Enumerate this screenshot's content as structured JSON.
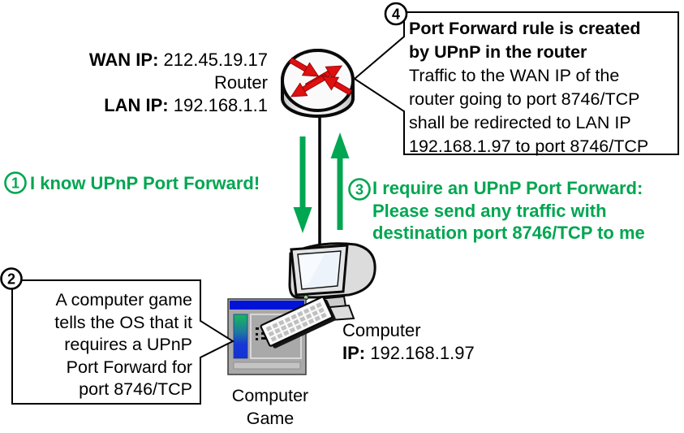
{
  "title": "UPnP Port Forward diagram",
  "colors": {
    "step_green": "#00A651",
    "router_arrow_red": "#DE1010",
    "game_titlebar_blue": "#0013D6",
    "callout_border": "#000000",
    "callout_fill": "#ffffff"
  },
  "router": {
    "wan_label": "WAN IP:",
    "wan_value": "212.45.19.17",
    "name_label": "Router",
    "lan_label": "LAN IP:",
    "lan_value": "192.168.1.1"
  },
  "computer": {
    "name_label": "Computer",
    "ip_label": "IP:",
    "ip_value": "192.168.1.97"
  },
  "game_label": {
    "line1": "Computer",
    "line2": "Game"
  },
  "steps": {
    "s1": {
      "number": "1",
      "text": "I know UPnP Port Forward!"
    },
    "s2": {
      "number": "2",
      "lines": [
        "A computer game",
        "tells the OS that it",
        "requires a UPnP",
        "Port Forward for",
        "port 8746/TCP"
      ]
    },
    "s3": {
      "number": "3",
      "lines": [
        "I require an UPnP Port Forward:",
        "Please send any traffic with",
        "destination port 8746/TCP to me"
      ]
    },
    "s4": {
      "number": "4",
      "bold_lines": [
        "Port Forward rule is created",
        "by UPnP in the router"
      ],
      "lines": [
        "Traffic to the WAN IP of the",
        "router going to port 8746/TCP",
        "shall be redirected to LAN IP",
        "192.168.1.97 to port 8746/TCP"
      ]
    }
  }
}
